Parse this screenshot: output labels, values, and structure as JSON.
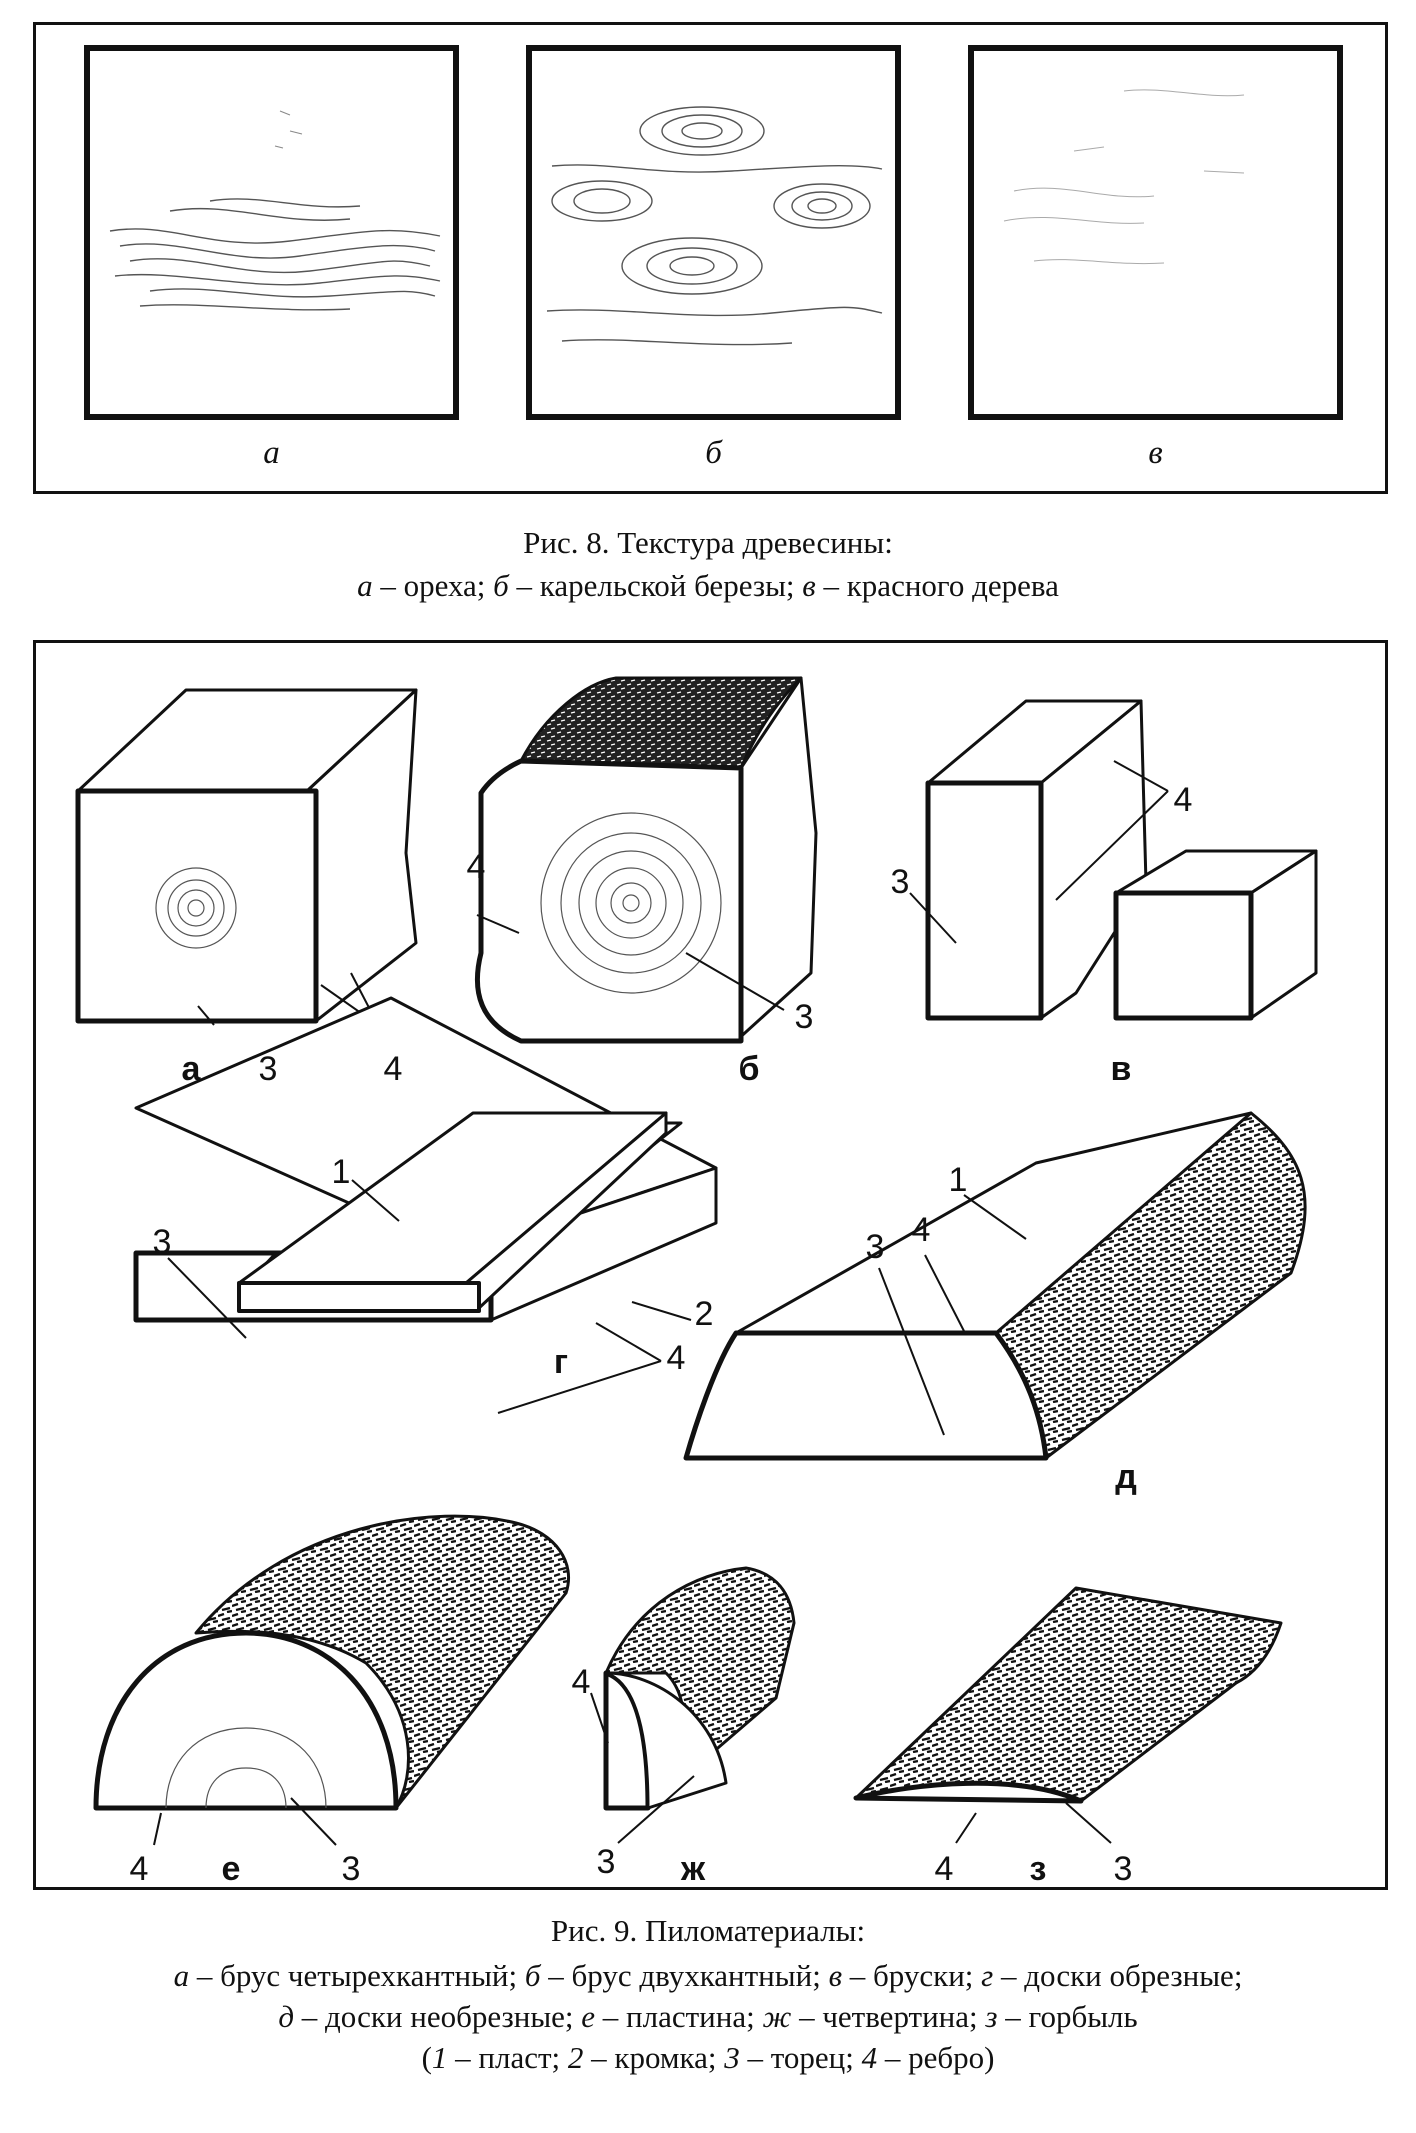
{
  "figure8": {
    "panels": [
      {
        "id": "a",
        "letter": "а",
        "texture": "walnut-grain"
      },
      {
        "id": "b",
        "letter": "б",
        "texture": "karelian-birch-eyes"
      },
      {
        "id": "v",
        "letter": "в",
        "texture": "mahogany-faint"
      }
    ],
    "caption_title": "Рис. 8. Текстура древесины:",
    "legend": [
      {
        "key": "а",
        "text": " – ореха; "
      },
      {
        "key": "б",
        "text": " – карельской березы; "
      },
      {
        "key": "в",
        "text": " – красного дерева"
      }
    ]
  },
  "figure9": {
    "panel_letters": {
      "a": "а",
      "b": "б",
      "v": "в",
      "g": "г",
      "d": "д",
      "e": "е",
      "zh": "ж",
      "z": "з"
    },
    "callouts": {
      "one": "1",
      "two": "2",
      "three": "3",
      "four": "4"
    },
    "caption_title": "Рис. 9. Пиломатериалы:",
    "legend_line1": [
      {
        "key": "а",
        "text": " – брус четырехкантный; "
      },
      {
        "key": "б",
        "text": " – брус двухкантный; "
      },
      {
        "key": "в",
        "text": " – бруски; "
      },
      {
        "key": "г",
        "text": " – доски обрезные;"
      }
    ],
    "legend_line2": [
      {
        "key": "д",
        "text": " – доски необрезные; "
      },
      {
        "key": "е",
        "text": " – пластина; "
      },
      {
        "key": "ж",
        "text": " – четвертина; "
      },
      {
        "key": "з",
        "text": " – горбыль"
      }
    ],
    "legend_line3": {
      "open": "(",
      "items": [
        {
          "key": "1",
          "text": " – пласт; "
        },
        {
          "key": "2",
          "text": " – кромка; "
        },
        {
          "key": "3",
          "text": " – торец; "
        },
        {
          "key": "4",
          "text": " – ребро"
        }
      ],
      "close": ")"
    }
  }
}
